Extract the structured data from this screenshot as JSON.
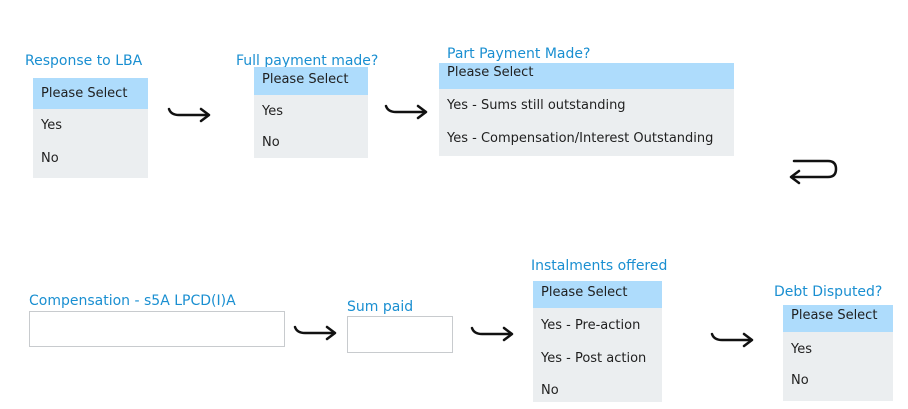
{
  "response_to_lba": {
    "label": "Response to LBA",
    "options": [
      "Please Select",
      "Yes",
      "No"
    ],
    "selected": "Please Select"
  },
  "full_payment_made": {
    "label": "Full payment made?",
    "options": [
      "Please Select",
      "Yes",
      "No"
    ],
    "selected": "Please Select"
  },
  "part_payment_made": {
    "label": "Part Payment Made?",
    "options": [
      "Please Select",
      "Yes - Sums still outstanding",
      "Yes - Compensation/Interest Outstanding"
    ],
    "selected": "Please Select"
  },
  "compensation": {
    "label": "Compensation - s5A LPCD(I)A",
    "value": ""
  },
  "sum_paid": {
    "label": "Sum paid",
    "value": ""
  },
  "instalments_offered": {
    "label": "Instalments offered",
    "options": [
      "Please Select",
      "Yes - Pre-action",
      "Yes - Post action",
      "No"
    ],
    "selected": "Please Select"
  },
  "debt_disputed": {
    "label": "Debt Disputed?",
    "options": [
      "Please Select",
      "Yes",
      "No"
    ],
    "selected": "Please Select"
  },
  "colors": {
    "label_text": "#1a8fd1",
    "listbox_bg": "#ebeef0",
    "selected_bg": "#aedcfc",
    "arrow": "#111111"
  },
  "icons": [
    "right-hook-arrow-icon",
    "return-arrow-icon"
  ]
}
